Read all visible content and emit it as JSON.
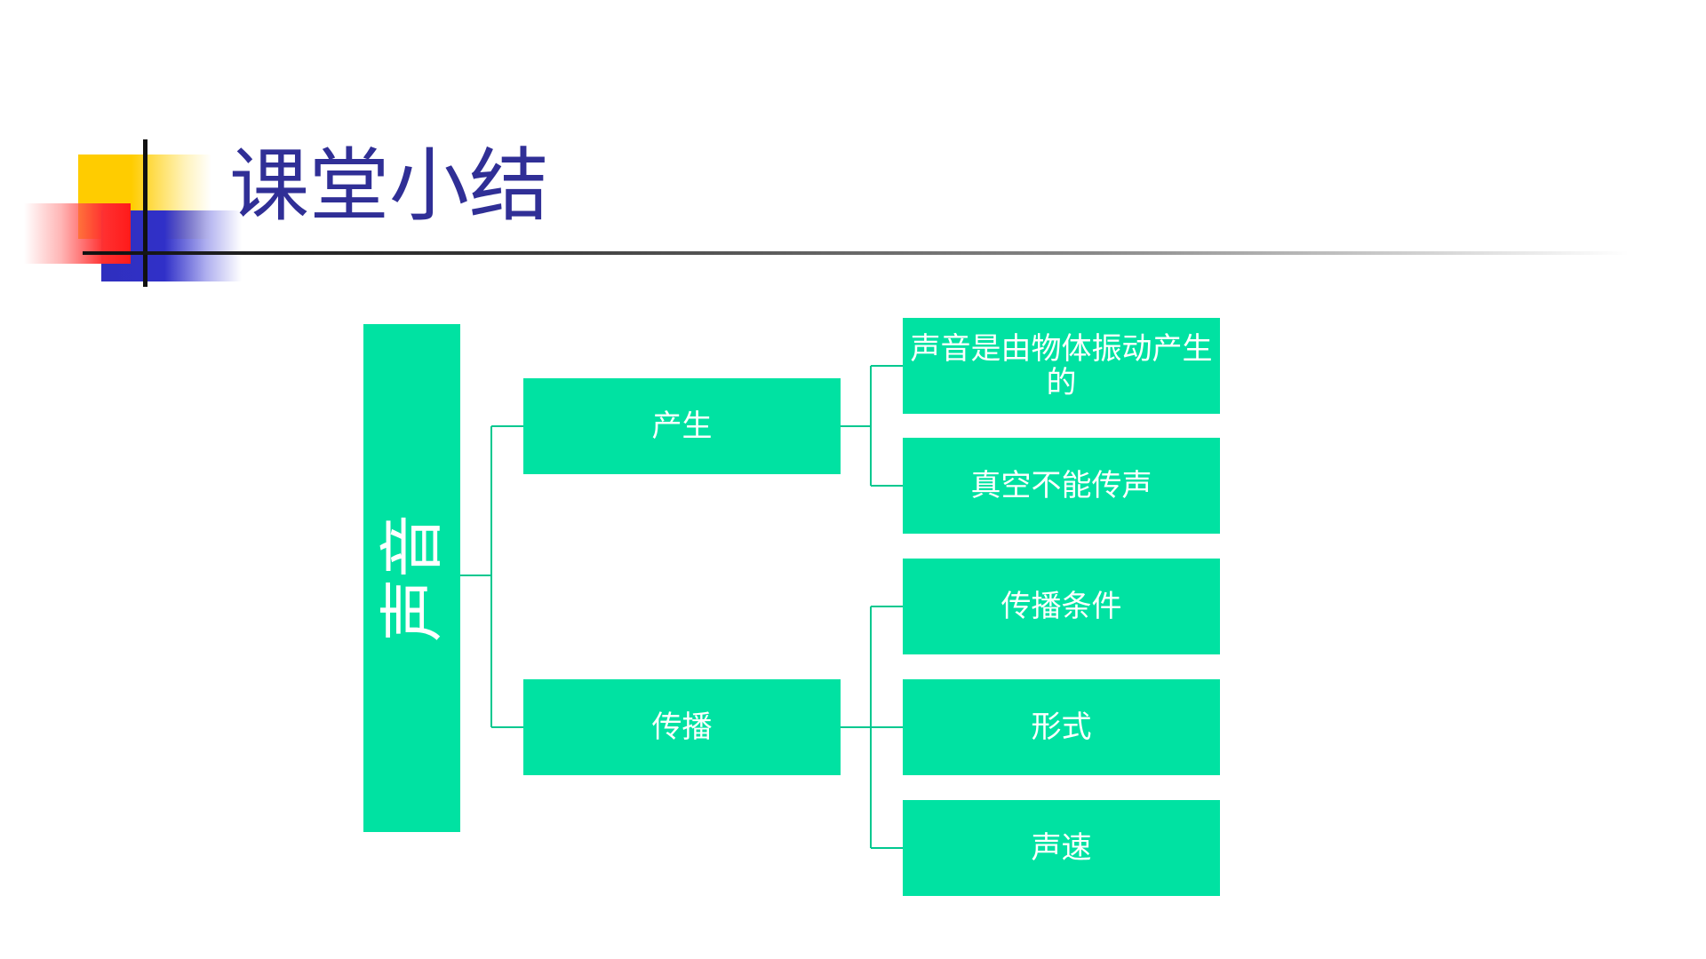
{
  "slide": {
    "title": "课堂小结"
  },
  "diagram": {
    "root": {
      "label": "声音"
    },
    "branches": [
      {
        "label": "产生",
        "children": [
          {
            "label": "声音是由物体振动产生的"
          },
          {
            "label": "真空不能传声"
          }
        ]
      },
      {
        "label": "传播",
        "children": [
          {
            "label": "传播条件"
          },
          {
            "label": "形式"
          },
          {
            "label": "声速"
          }
        ]
      }
    ]
  },
  "colors": {
    "node_fill": "#00e2a2",
    "node_text": "#ffffff",
    "connector": "#00c88f",
    "title": "#302f96"
  }
}
